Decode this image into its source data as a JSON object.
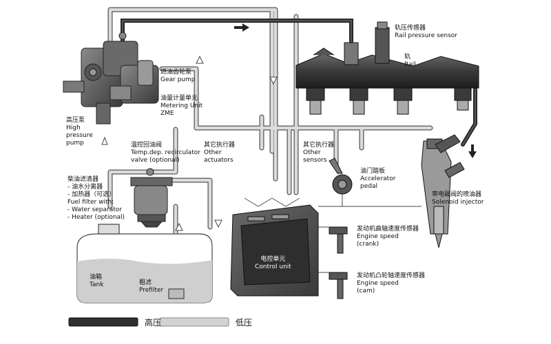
{
  "labels": {
    "rail_sensor": [
      "轨压传感器",
      "Rail pressure sensor"
    ],
    "rail": [
      "轨",
      "Rail"
    ],
    "gear_pump": [
      "燃油齿轮泵",
      "Gear  pump"
    ],
    "metering_unit": [
      "油量计量单元",
      "Metering Unit",
      "ZME"
    ],
    "high_pressure_pump": [
      "高压泵",
      "High",
      "pressure",
      "pump"
    ],
    "recirc_valve": [
      "温控回油阀",
      "Temp.dep. recirculator",
      "valve (optional)"
    ],
    "other_actuators": [
      "其它执行器",
      "Other",
      "actuators"
    ],
    "other_sensors": [
      "其它执行器",
      "Other",
      "sensors"
    ],
    "accelerator_pedal": [
      "油门踏板",
      "Accelerator",
      "pedal"
    ],
    "solenoid_injector": [
      "带电磁阀的喷油器",
      "Solenoid injector"
    ],
    "fuel_filter": [
      "柴油滤清器",
      "- 油水分离器",
      "- 加热器（可选）",
      "Fuel filter with:",
      "- Water separator",
      "- Heater (optional)"
    ],
    "control_unit": [
      "电控单元",
      "Control unit"
    ],
    "tank": [
      "油箱",
      "Tank"
    ],
    "prefilter": [
      "粗滤",
      "Prefilter"
    ],
    "crank_sensor": [
      "发动机曲轴速度传感器",
      "Engine speed",
      "(crank)"
    ],
    "cam_sensor": [
      "发动机凸轮轴速度传感器",
      "Engine speed",
      "(cam)"
    ]
  },
  "legend": {
    "high_pressure": "高压",
    "low_pressure": "低压"
  },
  "colors": {
    "high_pressure_line": "#2f2f2f",
    "low_pressure_line": "#d2d2d2",
    "component_dark": "#444444",
    "component_light": "#cfcfcf"
  }
}
